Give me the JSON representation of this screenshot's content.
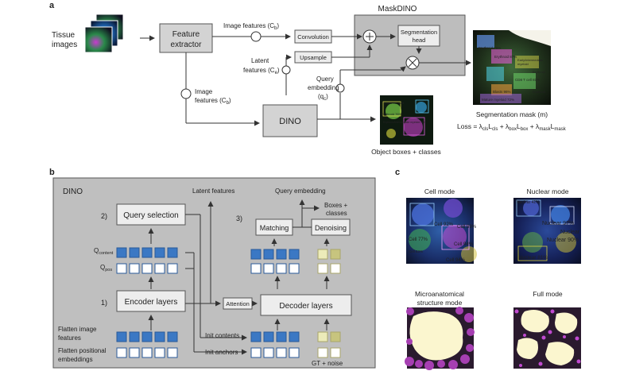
{
  "panel_a": {
    "label": "a",
    "tissue_label_1": "Tissue",
    "tissue_label_2": "images",
    "feature_extractor_1": "Feature",
    "feature_extractor_2": "extractor",
    "image_features_top": "Image features (C",
    "image_features_top_sub": "b",
    "image_features_top_end": ")",
    "maskdino": "MaskDINO",
    "convolution": "Convolution",
    "segmentation_head_1": "Segmentation",
    "segmentation_head_2": "head",
    "upsample": "Upsample",
    "latent_1": "Latent",
    "latent_2": "features (C",
    "latent_sub": "e",
    "latent_end": ")",
    "image_features_left_1": "Image",
    "image_features_left_2": "features (C",
    "image_features_left_sub": "b",
    "image_features_left_end": ")",
    "query_1": "Query",
    "query_2": "embedding",
    "query_3": "(q",
    "query_sub": "c",
    "query_end": ")",
    "dino": "DINO",
    "object_boxes": "Object boxes + classes",
    "segmentation_mask": "Segmentation mask (m)",
    "loss_prefix": "Loss = λ",
    "loss_cls_sub": "cls",
    "loss_l1": "L",
    "loss_plus_box": " + λ",
    "loss_box_sub": "box",
    "loss_l2": "L",
    "loss_plus_mask": " + λ",
    "loss_mask_sub": "mask",
    "loss_l3": "L",
    "obj_labels": [
      "Erythroid 76%",
      "Erythroid 76%",
      "Erythroid/Intermediate myeloid 71%"
    ],
    "seg_labels": [
      "Erythroid 76%",
      "Erythroid 87%",
      "Early/intermediate",
      "myeloid",
      "Erythroid",
      "CD8 T cell 81%",
      "Blasts 96%",
      "Erythroid",
      "Mature myeloid 72%"
    ]
  },
  "panel_b": {
    "label": "b",
    "title": "DINO",
    "step2": "2)",
    "query_selection": "Query selection",
    "q_content": "Q",
    "q_content_sub": "content",
    "q_pos": "Q",
    "q_pos_sub": "pos",
    "step1": "1)",
    "encoder_layers": "Encoder layers",
    "flatten_image_1": "Flatten image",
    "flatten_image_2": "features",
    "flatten_pos_1": "Flatten positional",
    "flatten_pos_2": "embeddings",
    "latent_features": "Latent features",
    "query_embedding": "Query embedding",
    "step3": "3)",
    "matching": "Matching",
    "denoising": "Denoising",
    "boxes_classes_1": "Boxes +",
    "boxes_classes_2": "classes",
    "attention": "Attention",
    "decoder_layers": "Decoder layers",
    "init_contents": "Init contents",
    "init_anchors": "Init anchors",
    "gt_noise": "GT + noise"
  },
  "panel_c": {
    "label": "c",
    "cell_mode": "Cell mode",
    "nuclear_mode": "Nuclear mode",
    "micro_1": "Microanatomical",
    "micro_2": "structure mode",
    "full_mode": "Full mode",
    "cell_labels": [
      "Cell 92%",
      "Cell 89%",
      "Cell 77%",
      "Cell 94%",
      "Cell 94%",
      "Cell 63%"
    ],
    "nuclear_labels": [
      "Nuclear 41%",
      "Nuclear 97%",
      "Nuclear",
      "Nuclear 90%",
      "Nuclear 81%"
    ]
  },
  "colors": {
    "box_fill": "#d3d3d3",
    "panel_fill": "#bfbfbf",
    "token_blue": "#3b78c4",
    "token_yellow": "#ecebb9",
    "micro_purple": "#a63fb2",
    "micro_cream": "#fbf6cf"
  }
}
